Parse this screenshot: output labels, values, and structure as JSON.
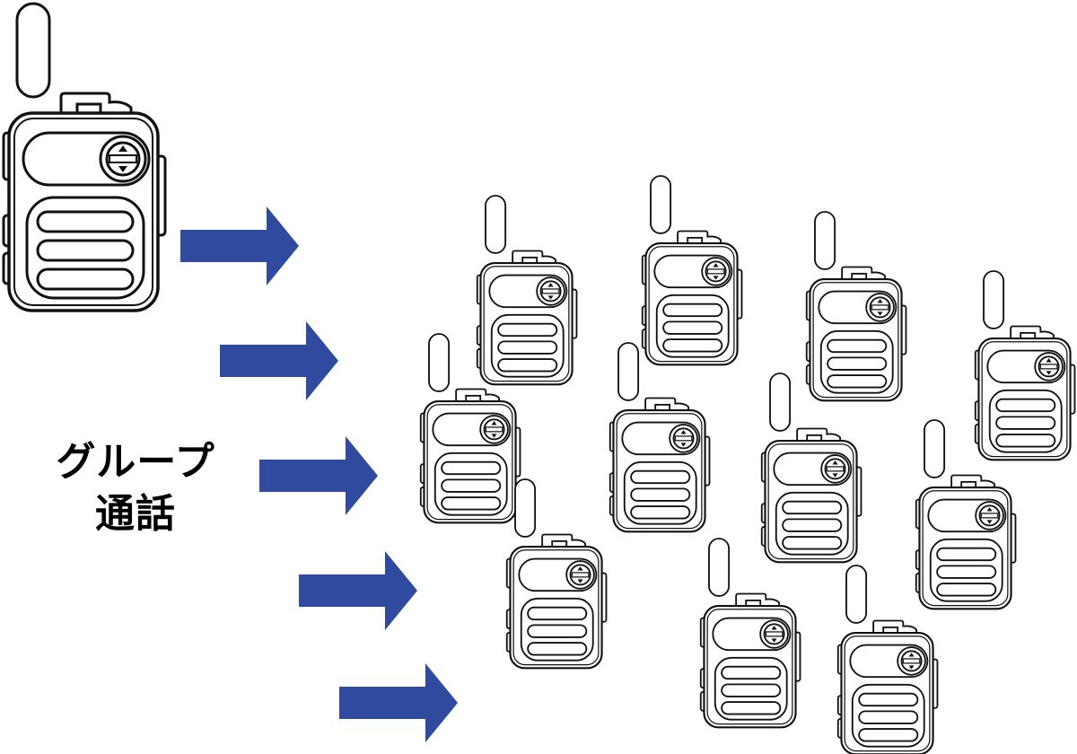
{
  "caption": {
    "line1": "グループ",
    "line2": "通話"
  },
  "colors": {
    "arrow": "#2f4a9e",
    "outline": "#111111",
    "background": "#ffffff"
  },
  "icons": {
    "sender": "walkie-talkie-icon",
    "receivers": "walkie-talkie-icon",
    "arrows": "right-arrow-icon"
  },
  "counts": {
    "arrows": 5,
    "receivers": 11
  }
}
